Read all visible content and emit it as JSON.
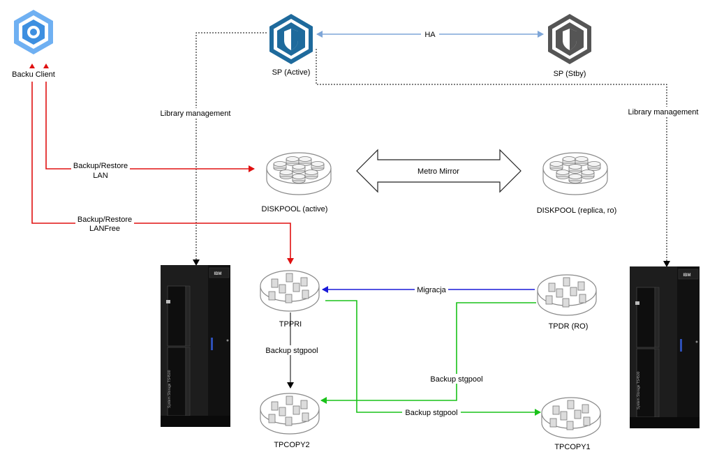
{
  "nodes": {
    "backup_client": "Backu Client",
    "sp_active": "SP (Active)",
    "sp_stby": "SP (Stby)",
    "diskpool_active": "DISKPOOL (active)",
    "diskpool_replica": "DISKPOOL (replica, ro)",
    "tppri": "TPPRI",
    "tpdr": "TPDR (RO)",
    "tpcopy2": "TPCOPY2",
    "tpcopy1": "TPCOPY1"
  },
  "edges": {
    "ha": "HA",
    "library_mgmt_left": "Library management",
    "library_mgmt_right": "Library management",
    "backup_lan_1": "Backup/Restore",
    "backup_lan_2": "LAN",
    "backup_lanfree_1": "Backup/Restore",
    "backup_lanfree_2": "LANFree",
    "metro_mirror": "Metro Mirror",
    "migracja": "Migracja",
    "backup_stgpool_vertical": "Backup stgpool",
    "backup_stgpool_tpdr": "Backup stgpool",
    "backup_stgpool_tpcopy1": "Backup stgpool"
  },
  "library_label": {
    "brand": "IBM",
    "model": "System Storage TS4500"
  },
  "colors": {
    "sp_active": "#1e6a9c",
    "sp_stby": "#555555",
    "client_icon": "#3d8fe0",
    "lan": "#e01010",
    "ha": "#7ea6d8",
    "migracja": "#1a1ad8",
    "copy": "#19c219",
    "library": "#1a1a1a"
  }
}
